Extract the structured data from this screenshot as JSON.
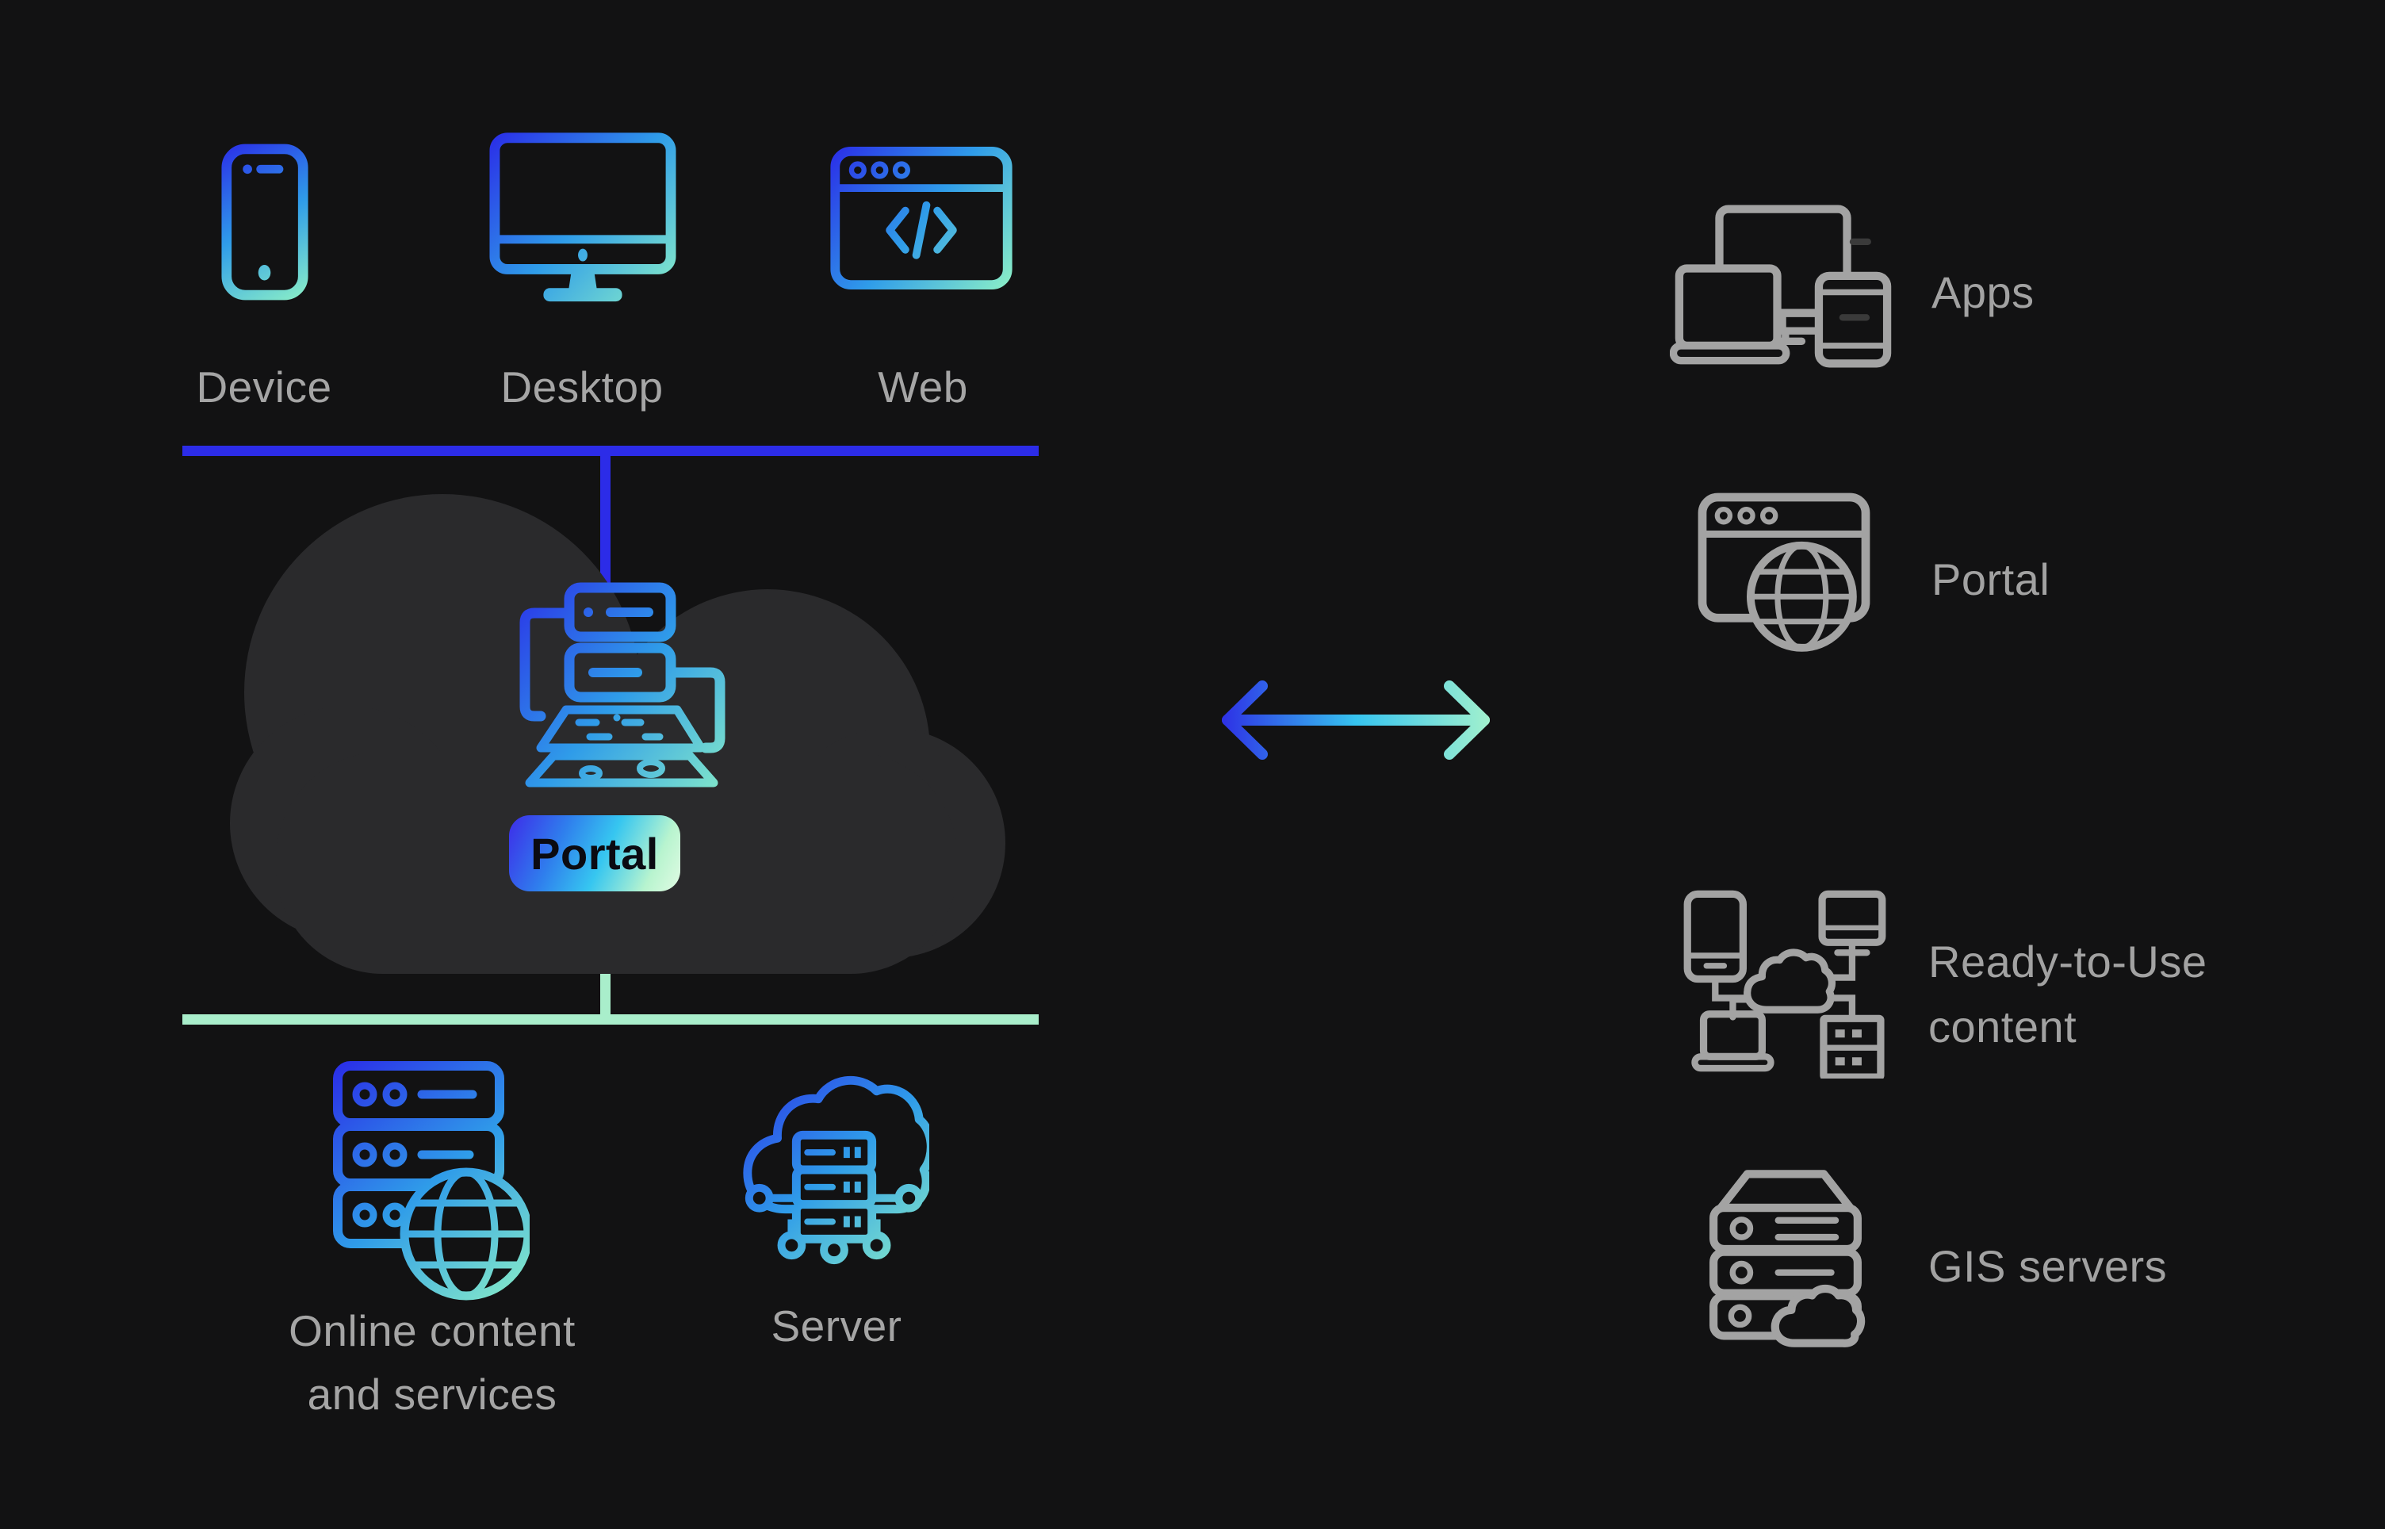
{
  "colors": {
    "background": "#121213",
    "cloud_fill": "#2a2a2c",
    "connector_blue": "#2c2ce8",
    "connector_mint": "#a9eecb",
    "icon_gradient_start": "#2a2ae8",
    "icon_gradient_mid": "#2f9ce9",
    "icon_gradient_end": "#8ef2c6",
    "badge_gradient": [
      "#3d2ce9",
      "#36c6f0",
      "#e0fbe3"
    ],
    "label_gray": "#a5a5a5",
    "icon_gray": "#a3a3a3",
    "badge_text": "#0b0b12"
  },
  "left_panel": {
    "clients": [
      {
        "label": "Device",
        "icon": "smartphone-icon"
      },
      {
        "label": "Desktop",
        "icon": "desktop-monitor-icon"
      },
      {
        "label": "Web",
        "icon": "browser-code-icon"
      }
    ],
    "cloud": {
      "icon": "map-layers-server-icon",
      "badge_label": "Portal"
    },
    "sources": [
      {
        "label_lines": [
          "Online content",
          "and services"
        ],
        "icon": "server-stack-globe-icon"
      },
      {
        "label_lines": [
          "Server"
        ],
        "icon": "cloud-server-circuit-icon"
      }
    ]
  },
  "connector": {
    "icon": "double-headed-arrow"
  },
  "right_panel": {
    "items": [
      {
        "label_lines": [
          "Apps"
        ],
        "icon": "multi-device-icon"
      },
      {
        "label_lines": [
          "Portal"
        ],
        "icon": "browser-globe-icon"
      },
      {
        "label_lines": [
          "Ready-to-Use",
          "content"
        ],
        "icon": "cloud-network-icon"
      },
      {
        "label_lines": [
          "GIS servers"
        ],
        "icon": "server-rack-cloud-icon"
      }
    ]
  }
}
